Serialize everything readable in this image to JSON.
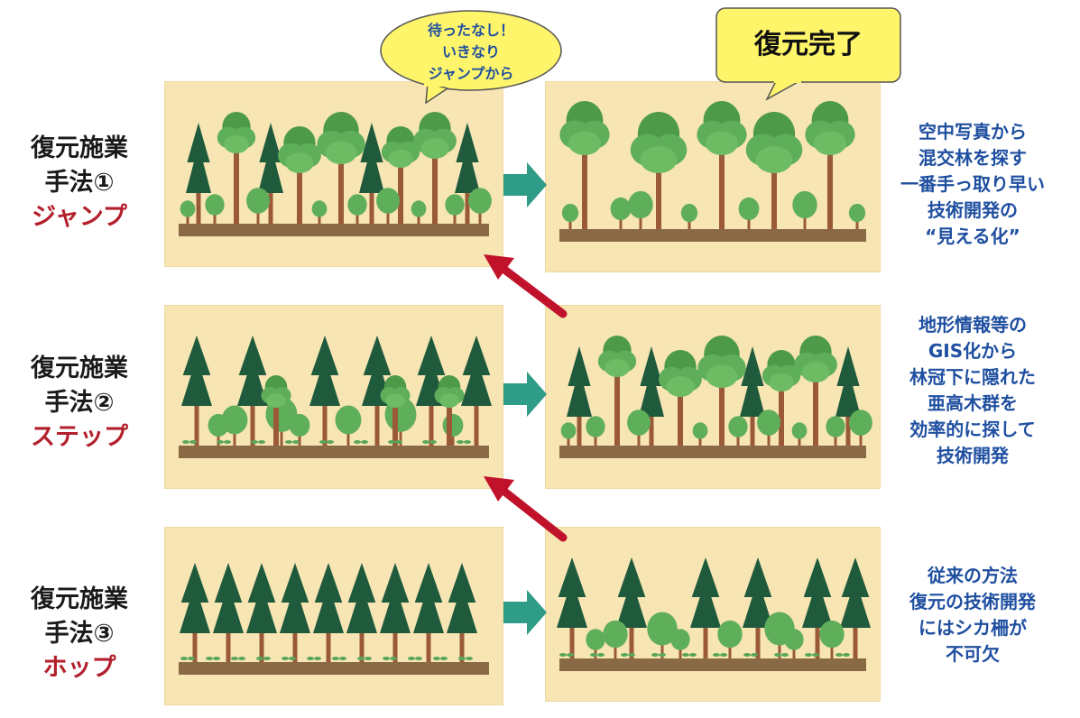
{
  "methods": [
    {
      "heading_line1": "復元施業",
      "heading_line2": "手法①",
      "name": "ジャンプ",
      "description": [
        "空中写真から",
        "混交林を探す",
        "一番手っ取り早い",
        "技術開発の",
        "“見える化”"
      ]
    },
    {
      "heading_line1": "復元施業",
      "heading_line2": "手法②",
      "name": "ステップ",
      "description": [
        "地形情報等の",
        "GIS化から",
        "林冠下に隠れた",
        "亜高木群を",
        "効率的に探して",
        "技術開発"
      ]
    },
    {
      "heading_line1": "復元施業",
      "heading_line2": "手法③",
      "name": "ホップ",
      "description": [
        "従来の方法",
        "復元の技術開発",
        "にはシカ柵が",
        "不可欠"
      ]
    }
  ],
  "bubbles": {
    "jump": [
      "待ったなし！",
      "いきなり",
      "ジャンプから"
    ],
    "done": "復元完了"
  },
  "colors": {
    "panel_bg": "#f7e5b4",
    "ground": "#8a6a45",
    "conifer": "#1f5a3c",
    "broadleaf": "#5fae5a",
    "trunk": "#9a5a3a",
    "method_name": "#b3202c",
    "description_text": "#1f4fa0",
    "progress_arrow": "#2e9c86",
    "back_arrow": "#c0122a",
    "bubble_fill": "#fff56a"
  }
}
